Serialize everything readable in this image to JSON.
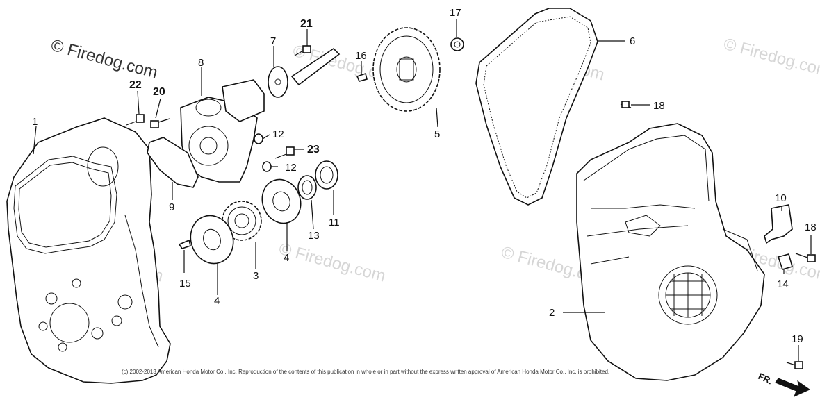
{
  "watermark": "© Firedog.com",
  "copyright": "(c) 2002-2013 American Honda Motor Co., Inc. Reproduction of the contents of this publication in whole or in part without the express written approval of American Honda Motor Co., Inc. is prohibited.",
  "direction_label": "FR.",
  "callouts": {
    "c1": "1",
    "c2": "2",
    "c3": "3",
    "c4a": "4",
    "c4b": "4",
    "c5": "5",
    "c6": "6",
    "c7": "7",
    "c8": "8",
    "c9": "9",
    "c10": "10",
    "c11": "11",
    "c12a": "12",
    "c12b": "12",
    "c13": "13",
    "c14": "14",
    "c15": "15",
    "c16": "16",
    "c17": "17",
    "c18a": "18",
    "c18b": "18",
    "c19": "19",
    "c20": "20",
    "c21": "21",
    "c22": "22",
    "c23": "23"
  }
}
